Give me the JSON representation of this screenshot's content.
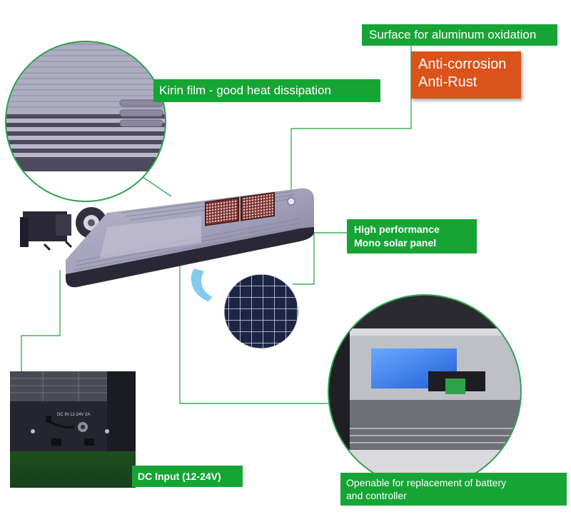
{
  "labels": {
    "surface_oxidation": "Surface for aluminum oxidation",
    "anti_corrosion": "Anti-corrosion",
    "anti_rust": "Anti-Rust",
    "kirin_film": "Kirin film - good heat dissipation",
    "mono_solar_line1": "High performance",
    "mono_solar_line2": "Mono solar panel",
    "dc_input": "DC Input (12-24V)",
    "openable_line1": "Openable for replacement of battery",
    "openable_line2": "and controller"
  },
  "port_text": {
    "dc_port_label": "DC IN 12-24V 2A"
  },
  "colors": {
    "label_green": "#16a535",
    "label_orange": "#d9531b",
    "connector_green": "#2fa14a"
  }
}
